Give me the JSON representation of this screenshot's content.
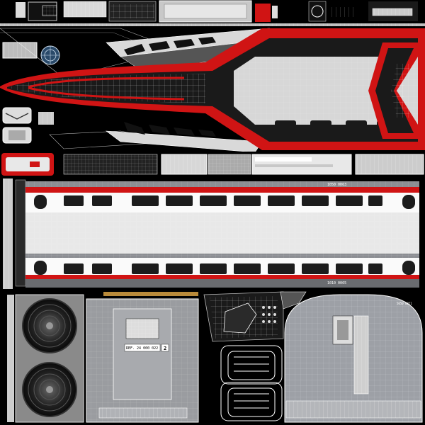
{
  "sheet": {
    "labels": {
      "upper_side_code": "1050 0063",
      "lower_side_code": "1010 0065",
      "roof_code": "5050 0021",
      "plate_text": "REF. 24 000 022",
      "plate_number": "2"
    }
  },
  "colors": {
    "background": "#000000",
    "red": "#d01414",
    "panel_gray": "#8c8e93",
    "light_gray": "#d7d7d7",
    "white": "#ffffff",
    "wire": "#ffffff"
  },
  "icons": [
    "fan-grille-icon",
    "sensor-dish-icon",
    "hatch-icon"
  ]
}
